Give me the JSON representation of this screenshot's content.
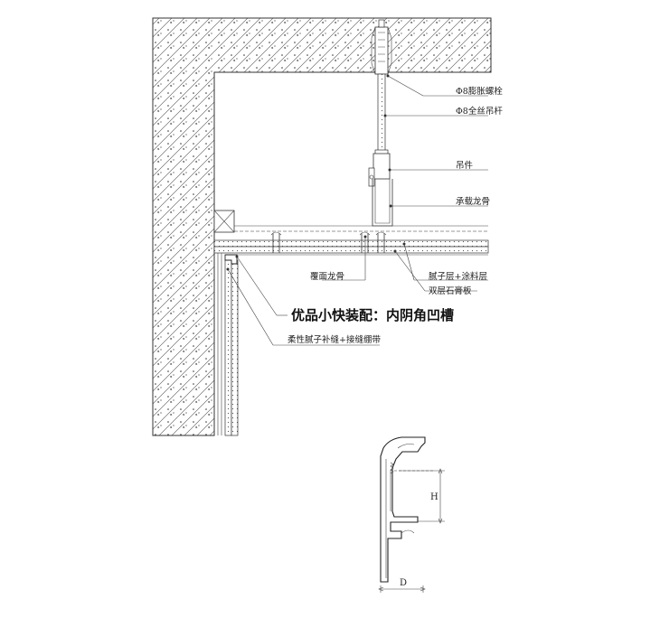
{
  "labels": {
    "expansion_bolt": "Φ8膨胀螺栓",
    "threaded_rod": "Φ8全丝吊杆",
    "hanger": "吊件",
    "main_keel": "承载龙骨",
    "cover_keel": "覆面龙骨",
    "putty_paint": "腻子层+涂料层",
    "gypsum_board": "双层石膏板",
    "title": "优品小快装配：内阴角凹槽",
    "flexible_putty": "柔性腻子补缝+接缝绷带"
  },
  "profile": {
    "dim_h": "H",
    "dim_d": "D"
  }
}
